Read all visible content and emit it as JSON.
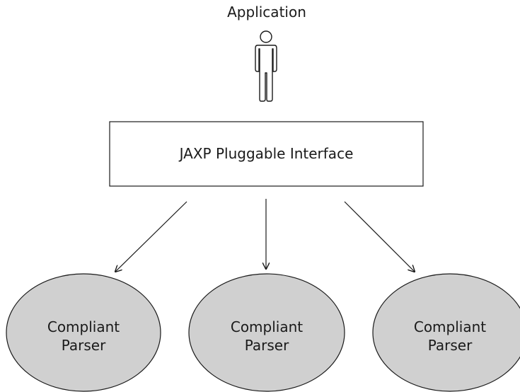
{
  "actor": {
    "label": "Application",
    "icon": "person-icon"
  },
  "interface": {
    "label": "JAXP Pluggable Interface"
  },
  "parsers": [
    {
      "line1": "Compliant",
      "line2": "Parser"
    },
    {
      "line1": "Compliant",
      "line2": "Parser"
    },
    {
      "line1": "Compliant",
      "line2": "Parser"
    }
  ],
  "colors": {
    "stroke": "#1a1a1a",
    "parser_fill": "#d0d0d0",
    "box_fill": "#ffffff"
  }
}
